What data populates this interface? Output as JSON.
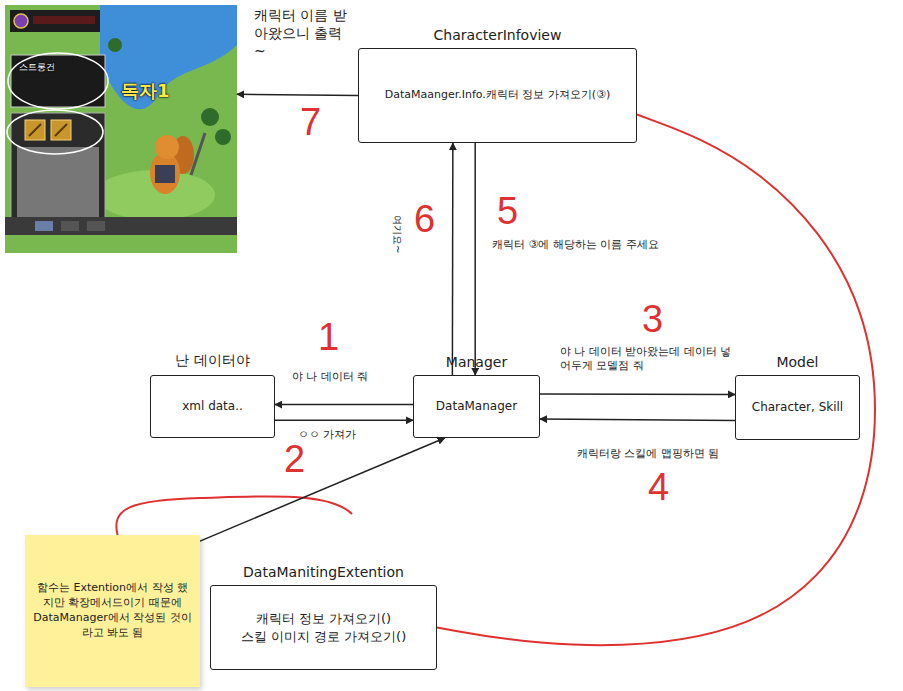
{
  "diagram": {
    "nodes": [
      {
        "text": [
          "스트롱건",
          "독자1"
        ]
      },
      {
        "text": [
          "CharacterInfoview",
          "DataMaanger.Info.캐릭터 정보 가져오기(③)"
        ]
      },
      {
        "text": [
          "난 데이터야",
          "xml data.."
        ]
      },
      {
        "text": [
          "Manager",
          "DataManager"
        ]
      },
      {
        "text": [
          "Model",
          "Character, Skill"
        ]
      },
      {
        "text": [
          "함수는 Extention에서 작성 했지만 확장메서드이기 때문에 DataManager에서 작성된 것이라고 봐도 됨"
        ]
      },
      {
        "text": [
          "DataManitingExtention",
          "캐릭터 정보 가져오기()",
          "스킬 이미지 경로 가져오기()"
        ]
      }
    ],
    "edges": [
      {
        "from": 1,
        "to": 0,
        "label": "캐릭터 이름 받아왔으니 출력~",
        "arrow": "to"
      },
      {
        "from": 3,
        "to": 1,
        "label": "여기요~",
        "arrow": "to"
      },
      {
        "from": 1,
        "to": 3,
        "label": "캐릭터 ③에 해당하는 이름 주세요",
        "arrow": "to"
      },
      {
        "from": 3,
        "to": 2,
        "label": "야 나 데이터 줘",
        "arrow": "to"
      },
      {
        "from": 2,
        "to": 3,
        "label": "ㅇㅇ 가져가",
        "arrow": "to"
      },
      {
        "from": 3,
        "to": 4,
        "label": "야 나 데이터 받아왔는데 데이터 넣어두게 모델점 줘",
        "arrow": "to"
      },
      {
        "from": 4,
        "to": 3,
        "label": "캐릭터랑 스킬에 맵핑하면 됨",
        "arrow": "to"
      },
      {
        "from": 5,
        "to": 3,
        "arrow": "to"
      },
      {
        "from": 6,
        "to": 1,
        "arrow": "none"
      }
    ],
    "labels": [
      "7",
      "6",
      "5",
      "1",
      "3",
      "2",
      "4"
    ]
  }
}
